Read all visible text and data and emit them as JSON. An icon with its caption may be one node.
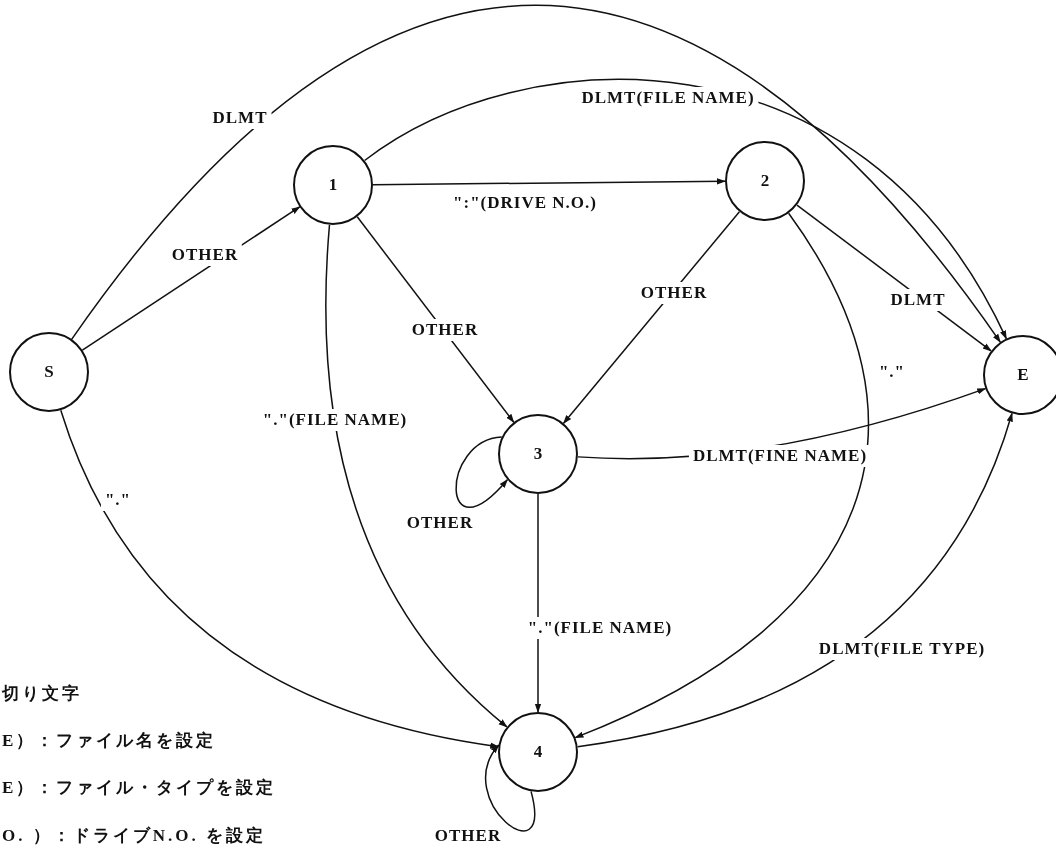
{
  "diagram": {
    "nodes": [
      {
        "text": [
          "S"
        ]
      },
      {
        "text": [
          "1"
        ]
      },
      {
        "text": [
          "2"
        ]
      },
      {
        "text": [
          "3"
        ]
      },
      {
        "text": [
          "4"
        ]
      },
      {
        "text": [
          "E"
        ]
      }
    ],
    "edges": [
      {
        "from": 0,
        "to": 5,
        "arrow": "to",
        "label": "DLMT"
      },
      {
        "from": 0,
        "to": 1,
        "arrow": "to",
        "label": "OTHER"
      },
      {
        "from": 0,
        "to": 4,
        "arrow": "to",
        "label": "\".\""
      },
      {
        "from": 1,
        "to": 2,
        "arrow": "to",
        "label": "\":\"(DRIVE N.O.)"
      },
      {
        "from": 1,
        "to": 5,
        "arrow": "to",
        "label": "DLMT(FILE NAME)"
      },
      {
        "from": 1,
        "to": 3,
        "arrow": "to",
        "label": "OTHER"
      },
      {
        "from": 1,
        "to": 4,
        "arrow": "to",
        "label": "\".\"(FILE NAME)"
      },
      {
        "from": 2,
        "to": 3,
        "arrow": "to",
        "label": "OTHER"
      },
      {
        "from": 2,
        "to": 5,
        "arrow": "to",
        "label": "DLMT"
      },
      {
        "from": 2,
        "to": 4,
        "arrow": "to",
        "label": "\".\""
      },
      {
        "from": 3,
        "to": 5,
        "arrow": "to",
        "label": "DLMT(FINE NAME)"
      },
      {
        "from": 3,
        "to": 3,
        "arrow": "to",
        "label": "OTHER"
      },
      {
        "from": 3,
        "to": 4,
        "arrow": "to",
        "label": "\".\"(FILE NAME)"
      },
      {
        "from": 4,
        "to": 4,
        "arrow": "to",
        "label": "OTHER"
      },
      {
        "from": 4,
        "to": 5,
        "arrow": "to",
        "label": "DLMT(FILE TYPE)"
      }
    ],
    "labels": [
      "切り文字",
      "E）：ファイル名を設定",
      "E）：ファイル・タイプを設定",
      "O. ）：ドライブN.O. を設定"
    ]
  }
}
